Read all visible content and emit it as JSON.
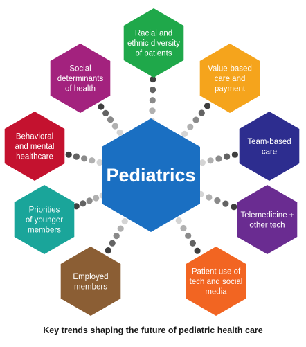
{
  "center": {
    "label": "Pediatrics",
    "color": "#1a6fc2"
  },
  "satellites": [
    {
      "id": "diversity",
      "lines": [
        "Racial and",
        "ethnic diversity",
        "of patients"
      ],
      "color": "#1fa84a"
    },
    {
      "id": "value",
      "lines": [
        "Value-based",
        "care and",
        "payment"
      ],
      "color": "#f5a41c"
    },
    {
      "id": "team",
      "lines": [
        "Team-based",
        "care"
      ],
      "color": "#2d2d8f"
    },
    {
      "id": "telemedicine",
      "lines": [
        "Telemedicine +",
        "other tech"
      ],
      "color": "#6a2c91"
    },
    {
      "id": "patient-tech",
      "lines": [
        "Patient use of",
        "tech and social",
        "media"
      ],
      "color": "#f26522"
    },
    {
      "id": "employed",
      "lines": [
        "Employed",
        "members"
      ],
      "color": "#8b5e34"
    },
    {
      "id": "priorities",
      "lines": [
        "Priorities",
        "of younger",
        "members"
      ],
      "color": "#1aa59a"
    },
    {
      "id": "behavioral",
      "lines": [
        "Behavioral",
        "and mental",
        "healthcare"
      ],
      "color": "#c4122f"
    },
    {
      "id": "social",
      "lines": [
        "Social",
        "determinants",
        "of health"
      ],
      "color": "#a3227e"
    }
  ],
  "caption": "Key trends shaping the future of pediatric health care"
}
